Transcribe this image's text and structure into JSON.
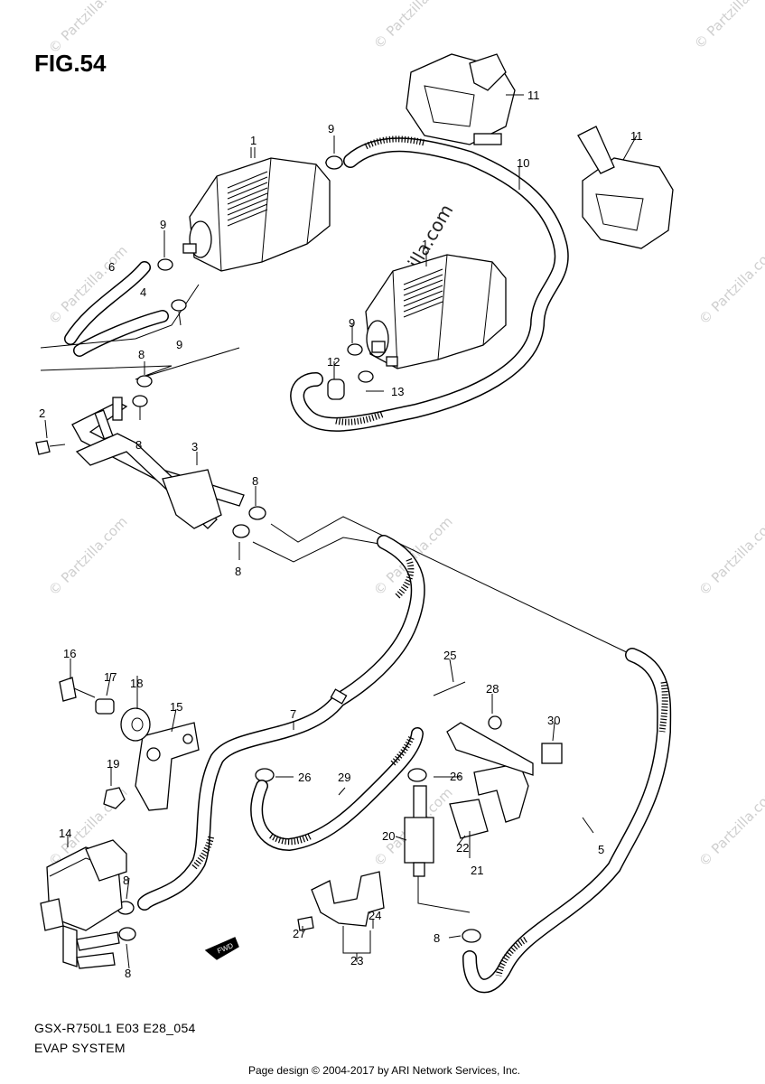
{
  "figure": {
    "title": "FIG.54",
    "model_code": "GSX-R750L1 E03 E28_054",
    "section_name": "EVAP SYSTEM",
    "copyright": "Page design © 2004-2017 by ARI Network Services, Inc.",
    "watermark": "© Partzilla.com",
    "fwd_label": "FWD"
  },
  "callouts": {
    "c1a": "1",
    "c1b": "1",
    "c2": "2",
    "c3": "3",
    "c4": "4",
    "c5": "5",
    "c6": "6",
    "c7": "7",
    "c8a": "8",
    "c8b": "8",
    "c8c": "8",
    "c8d": "8",
    "c8e": "8",
    "c8f": "8",
    "c8g": "8",
    "c9a": "9",
    "c9b": "9",
    "c9c": "9",
    "c9d": "9",
    "c10": "10",
    "c11a": "11",
    "c11b": "11",
    "c12": "12",
    "c13": "13",
    "c14": "14",
    "c15": "15",
    "c16": "16",
    "c17": "17",
    "c18": "18",
    "c19": "19",
    "c20": "20",
    "c21": "21",
    "c22": "22",
    "c23": "23",
    "c24": "24",
    "c25": "25",
    "c26a": "26",
    "c26b": "26",
    "c27": "27",
    "c28": "28",
    "c29": "29",
    "c30": "30"
  }
}
